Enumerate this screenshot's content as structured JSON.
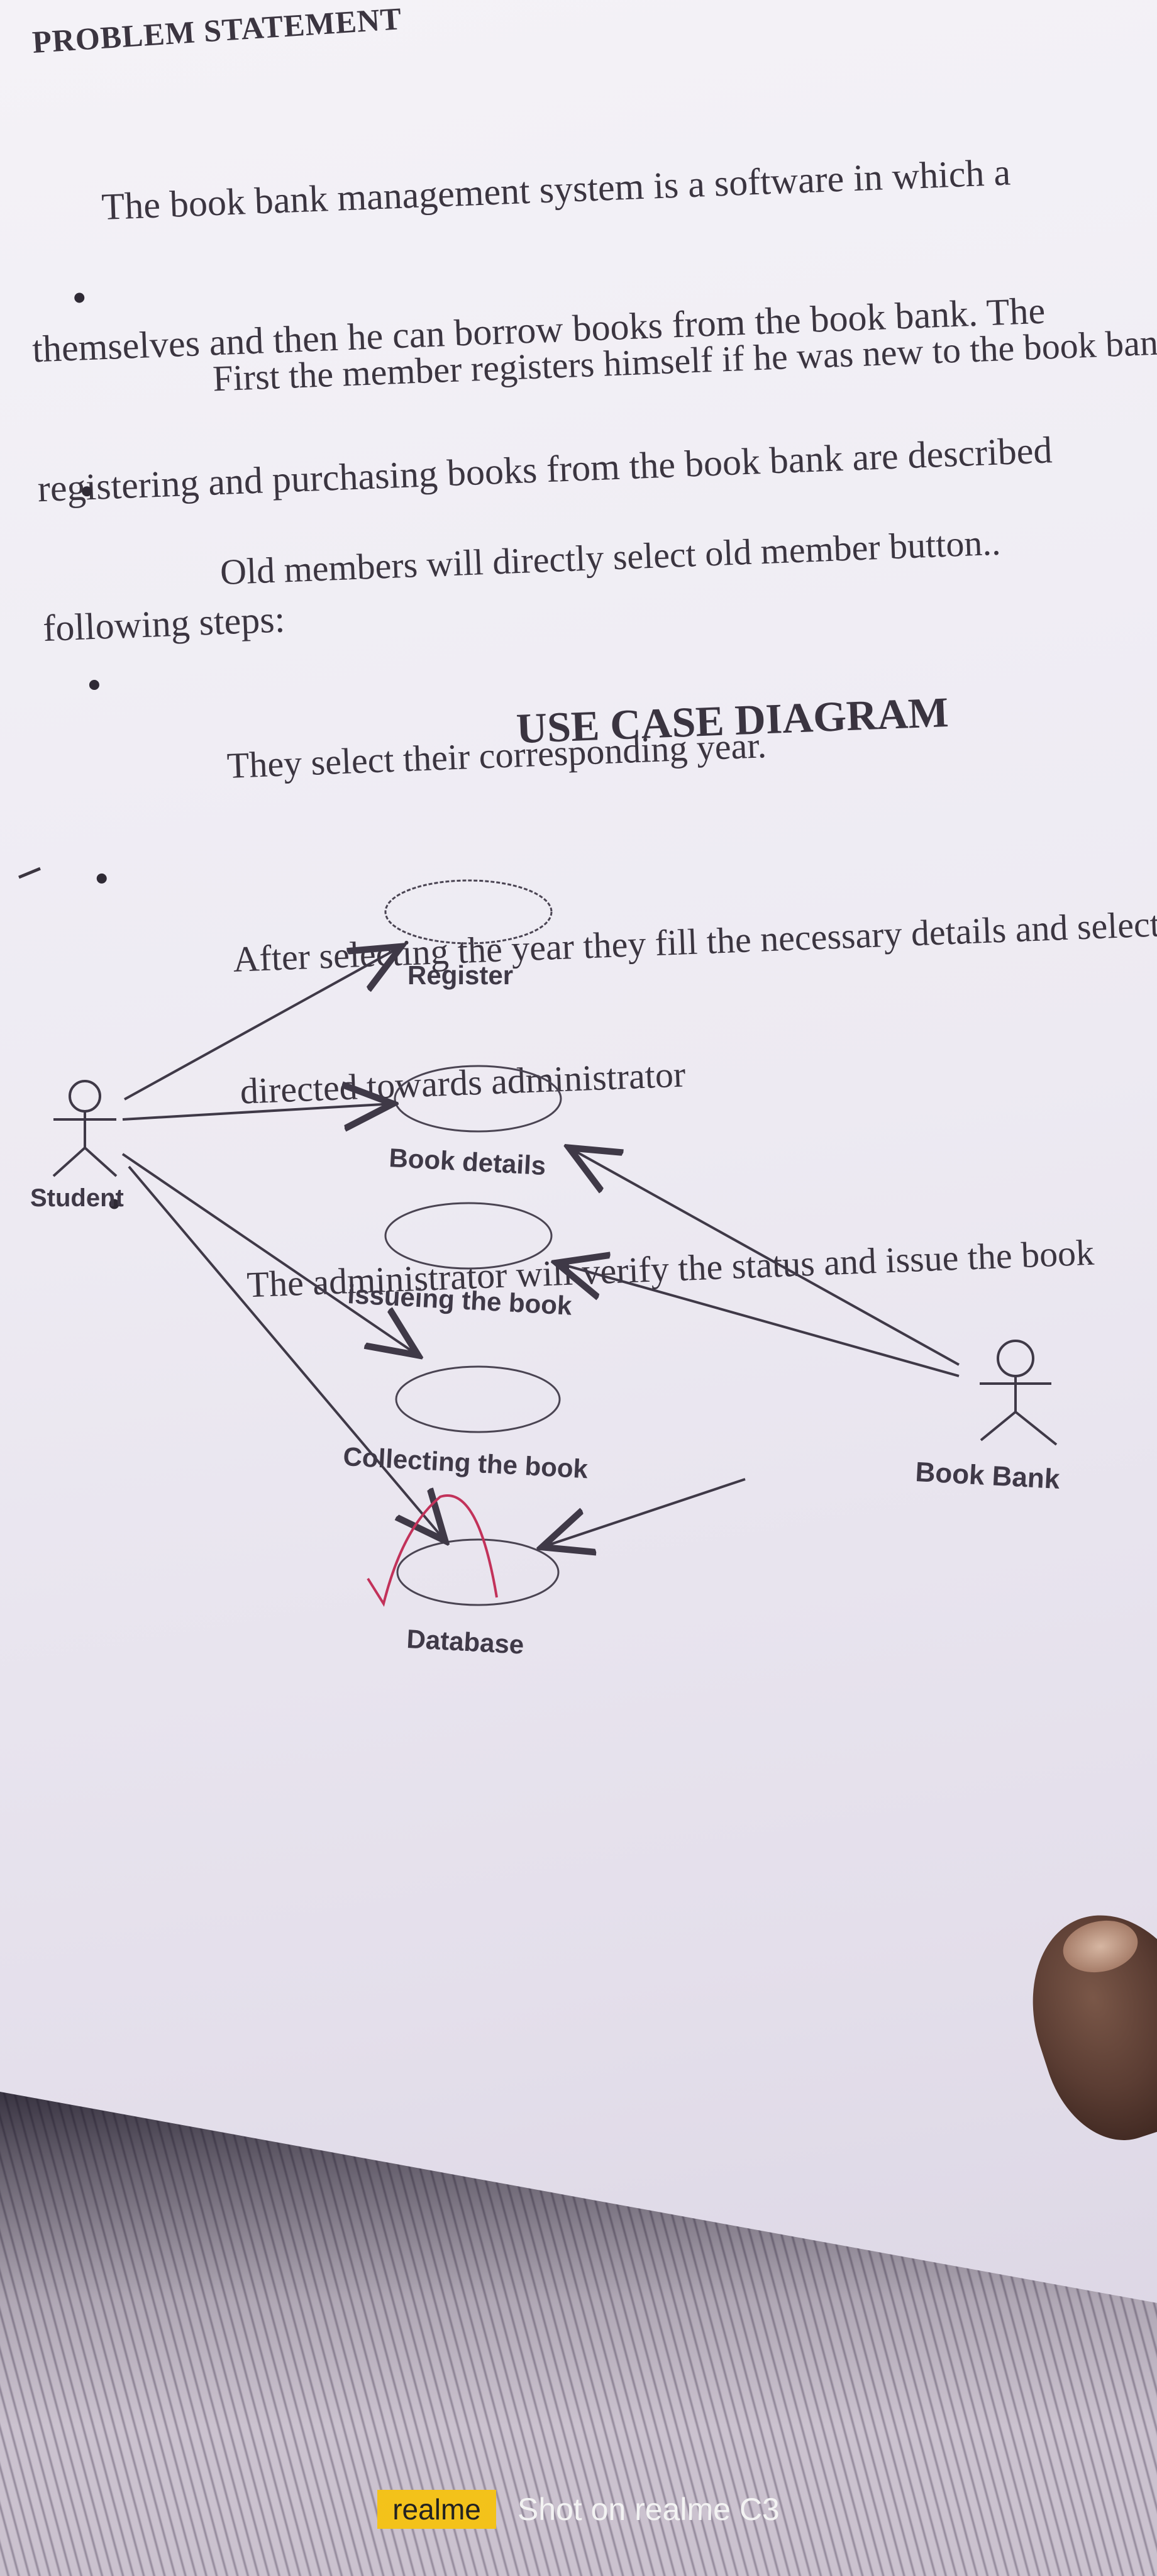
{
  "document": {
    "heading": "PROBLEM STATEMENT",
    "paragraph_lines": [
      "        The book bank management system is a software in which a",
      "themselves and then he can borrow books from the book bank. The",
      "registering and purchasing books from the book bank are described",
      "following steps:"
    ],
    "bullets": [
      "First the member registers himself if he was new to the book bank.",
      "Old members will directly select old member button..",
      "They select their corresponding year.",
      "After selecting the year they fill the necessary details and select the",
      "directed towards administrator",
      "The administrator will verify the status and issue the book"
    ],
    "diagram_title": "USE CASE DIAGRAM"
  },
  "diagram": {
    "actors": [
      {
        "label": "Student"
      },
      {
        "label": "Book Bank"
      }
    ],
    "use_cases": [
      {
        "label": "Register"
      },
      {
        "label": "Book details"
      },
      {
        "label": "issueing the book"
      },
      {
        "label": "Collecting the book"
      },
      {
        "label": "Database"
      }
    ]
  },
  "watermark": {
    "brand": "realme",
    "caption": "Shot on realme C3"
  },
  "colors": {
    "ink": "#3b3540",
    "pen_mark": "#c2325a",
    "paper": "#eeebf3",
    "brand_tag": "#f3c21a"
  }
}
